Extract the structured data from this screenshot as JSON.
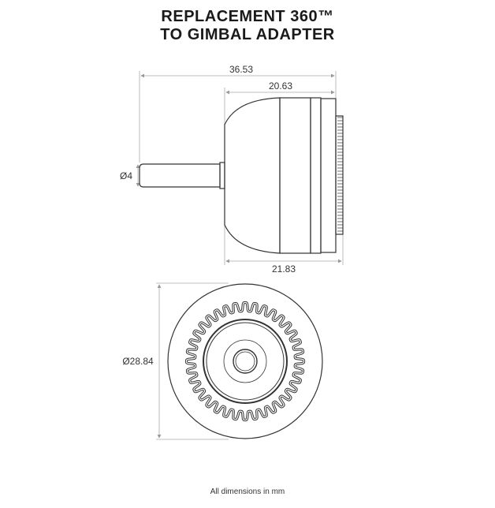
{
  "title": {
    "line1": "REPLACEMENT 360™",
    "line2": "TO GIMBAL ADAPTER"
  },
  "dimensions": {
    "overall_length": "36.53",
    "body_length": "20.63",
    "shaft_diameter": "Ø4",
    "body_with_gear_length": "21.83",
    "outer_diameter": "Ø28.84"
  },
  "footer": "All dimensions in mm",
  "gear": {
    "teeth": 36
  }
}
